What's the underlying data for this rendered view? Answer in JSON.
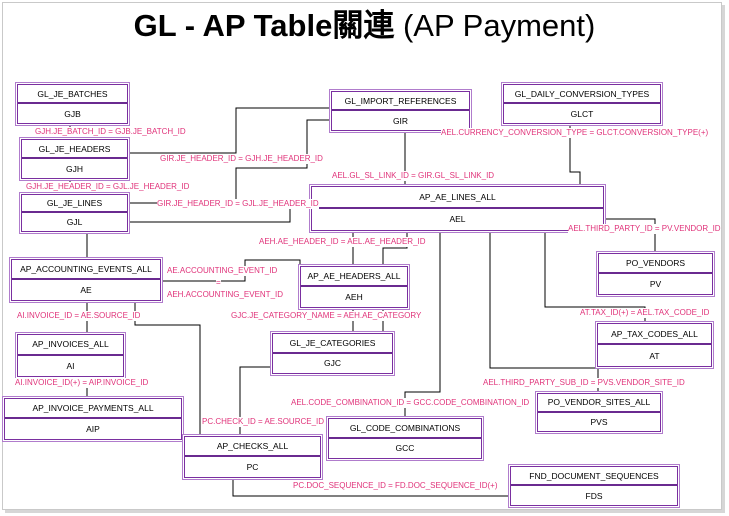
{
  "title": {
    "part1": "GL - AP Table關連",
    "part2": "(AP Payment)"
  },
  "colors": {
    "box_border": "#7a2fa0",
    "join_text": "#e0337a",
    "line": "#000000"
  },
  "tables": {
    "gjb": {
      "name": "GL_JE_BATCHES",
      "alias": "GJB"
    },
    "gjh": {
      "name": "GL_JE_HEADERS",
      "alias": "GJH"
    },
    "gjl": {
      "name": "GL_JE_LINES",
      "alias": "GJL"
    },
    "gir": {
      "name": "GL_IMPORT_REFERENCES",
      "alias": "GIR"
    },
    "glct": {
      "name": "GL_DAILY_CONVERSION_TYPES",
      "alias": "GLCT"
    },
    "ael": {
      "name": "AP_AE_LINES_ALL",
      "alias": "AEL"
    },
    "ae": {
      "name": "AP_ACCOUNTING_EVENTS_ALL",
      "alias": "AE"
    },
    "aeh": {
      "name": "AP_AE_HEADERS_ALL",
      "alias": "AEH"
    },
    "pv": {
      "name": "PO_VENDORS",
      "alias": "PV"
    },
    "ai": {
      "name": "AP_INVOICES_ALL",
      "alias": "AI"
    },
    "gjc": {
      "name": "GL_JE_CATEGORIES",
      "alias": "GJC"
    },
    "at": {
      "name": "AP_TAX_CODES_ALL",
      "alias": "AT"
    },
    "aip": {
      "name": "AP_INVOICE_PAYMENTS_ALL",
      "alias": "AIP"
    },
    "gcc": {
      "name": "GL_CODE_COMBINATIONS",
      "alias": "GCC"
    },
    "pvs": {
      "name": "PO_VENDOR_SITES_ALL",
      "alias": "PVS"
    },
    "pc": {
      "name": "AP_CHECKS_ALL",
      "alias": "PC"
    },
    "fds": {
      "name": "FND_DOCUMENT_SEQUENCES",
      "alias": "FDS"
    }
  },
  "joins": {
    "gjh_gjb": "GJH.JE_BATCH_ID  = GJB.JE_BATCH_ID",
    "gir_gjh": "GIR.JE_HEADER_ID  = GJH.JE_HEADER_ID",
    "gjh_gjl": "GJH.JE_HEADER_ID  = GJL.JE_HEADER_ID",
    "gir_gjl": "GIR.JE_HEADER_ID  = GJL.JE_HEADER_ID",
    "ael_glct": "AEL.CURRENCY_CONVERSION_TYPE  = GLCT.CONVERSION_TYPE(+)",
    "ael_gir": "AEL.GL_SL_LINK_ID  = GIR.GL_SL_LINK_ID",
    "ael_pv": "AEL.THIRD_PARTY_ID  = PV.VENDOR_ID",
    "aeh_ael": "AEH.AE_HEADER_ID  = AEL.AE_HEADER_ID",
    "ae_aeh_1": "AE.ACCOUNTING_EVENT_ID",
    "ae_aeh_eq": "=",
    "ae_aeh_2": "AEH.ACCOUNTING_EVENT_ID",
    "ai_ae": "AI.INVOICE_ID = AE.SOURCE_ID",
    "gjc_aeh": "GJC.JE_CATEGORY_NAME  = AEH.AE_CATEGORY",
    "at_ael": "AT.TAX_ID(+)  = AEL.TAX_CODE_ID",
    "ai_aip": "AI.INVOICE_ID(+) = AIP.INVOICE_ID",
    "ael_pvs": "AEL.THIRD_PARTY_SUB_ID  = PVS.VENDOR_SITE_ID",
    "ael_gcc": "AEL.CODE_COMBINATION_ID  = GCC.CODE_COMBINATION_ID",
    "pc_ae": "PC.CHECK_ID = AE.SOURCE_ID",
    "pc_fds": "PC.DOC_SEQUENCE_ID = FD.DOC_SEQUENCE_ID(+)"
  }
}
